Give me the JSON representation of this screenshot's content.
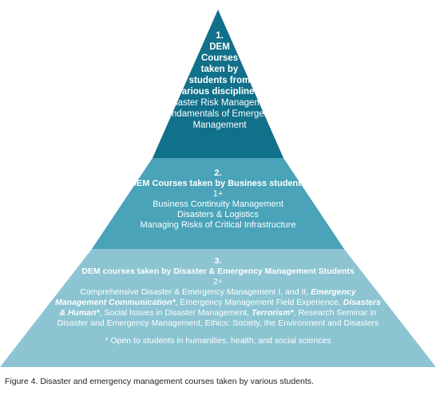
{
  "colors": {
    "tier1": "#11708a",
    "tier2": "#4aa3b8",
    "tier3": "#8cc4d2",
    "text": "#ffffff"
  },
  "tier1": {
    "number": "1.",
    "title_lines": [
      "DEM",
      "Courses",
      "taken by",
      "students from",
      "various disciplines:"
    ],
    "courses": [
      "Disaster Risk Management",
      "Fundamentals of Emergency",
      "Management"
    ]
  },
  "tier2": {
    "number": "2.",
    "title": "DEM Courses taken by Business students",
    "plus": "1+",
    "courses": [
      "Business Continuity Management",
      "Disasters & Logistics",
      "Managing Risks of Critical Infrastructure"
    ]
  },
  "tier3": {
    "number": "3.",
    "title": "DEM courses taken by Disaster & Emergency Management Students",
    "plus": "2+",
    "l1a": "Comprehensive Disaster & Emergency Management I, and II, ",
    "l1b": "Emergency",
    "l2a": "Management Communication*",
    "l2b": ", Emergency Management Field Experience, ",
    "l2c": "Disasters",
    "l3a": "& Human*",
    "l3b": ", Social Issues in Disaster Management, ",
    "l3c": "Terrorism*",
    "l3d": ", Research Seminar in",
    "l4": "Disaster and Emergency Management, Ethics: Society, the Environment and Disasters",
    "footnote": "* Open to students in humanities, health, and  social sciences"
  },
  "caption": "Figure 4. Disaster and emergency management courses taken by various students."
}
